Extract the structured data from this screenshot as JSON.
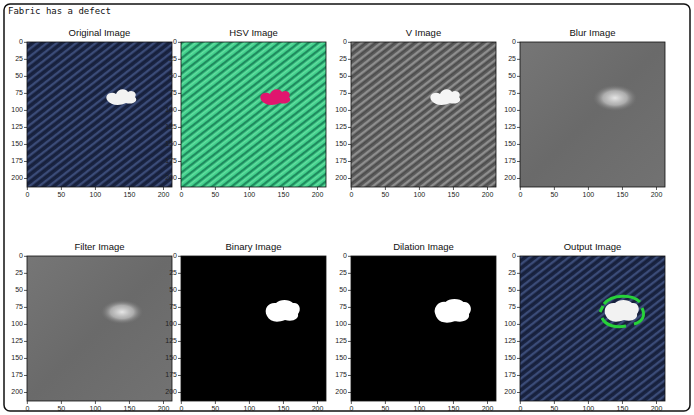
{
  "diagram": {
    "title": "Fabric has a defect",
    "nodes": [
      {
        "text": [
          "Original Image"
        ]
      },
      {
        "text": [
          "HSV Image"
        ]
      },
      {
        "text": [
          "V Image"
        ]
      },
      {
        "text": [
          "Blur Image"
        ]
      },
      {
        "text": [
          "Filter Image"
        ]
      },
      {
        "text": [
          "Binary Image"
        ]
      },
      {
        "text": [
          "Dilation Image"
        ]
      },
      {
        "text": [
          "Output Image"
        ]
      }
    ],
    "labels": [
      "0",
      "25",
      "50",
      "75",
      "100",
      "125",
      "150",
      "175",
      "200",
      "0",
      "50",
      "100",
      "150",
      "200",
      "0",
      "25",
      "50",
      "75",
      "100",
      "125",
      "150",
      "175",
      "200",
      "0",
      "50",
      "100",
      "150",
      "200",
      "0",
      "25",
      "50",
      "75",
      "100",
      "125",
      "150",
      "175",
      "200",
      "0",
      "50",
      "100",
      "150",
      "200",
      "0",
      "25",
      "50",
      "75",
      "100",
      "125",
      "150",
      "175",
      "200",
      "0",
      "50",
      "100",
      "150",
      "200",
      "0",
      "25",
      "50",
      "75",
      "100",
      "125",
      "150",
      "175",
      "200",
      "0",
      "50",
      "100",
      "150",
      "200",
      "0",
      "25",
      "50",
      "75",
      "100",
      "125",
      "150",
      "175",
      "200",
      "0",
      "50",
      "100",
      "150",
      "200",
      "0",
      "25",
      "50",
      "75",
      "100",
      "125",
      "150",
      "175",
      "200",
      "0",
      "50",
      "100",
      "150",
      "200",
      "0",
      "25",
      "50",
      "75",
      "100",
      "125",
      "150",
      "175",
      "200",
      "0",
      "50",
      "100",
      "150",
      "200"
    ]
  }
}
